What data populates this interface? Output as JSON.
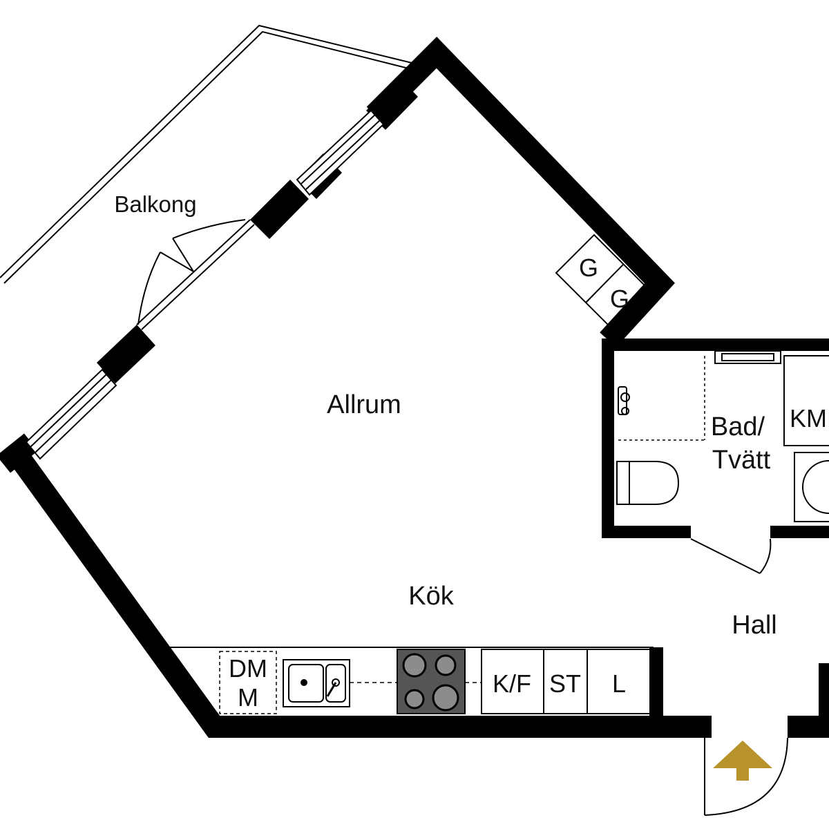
{
  "rooms": {
    "balkong": "Balkong",
    "allrum": "Allrum",
    "kok": "Kök",
    "hall": "Hall",
    "bad_line1": "Bad/",
    "bad_line2": "Tvätt"
  },
  "fixtures": {
    "garderob_1": "G",
    "garderob_2": "G",
    "diskmaskin_line1": "DM",
    "diskmaskin_line2": "M",
    "kyl_frys": "K/F",
    "stadskap": "ST",
    "linneskap": "L",
    "tvattmaskin": "KM"
  },
  "colors": {
    "wall": "#000000",
    "entrance_arrow": "#b8922a",
    "hob": "#555555",
    "burner": "#8c8c8c"
  },
  "icons": {
    "entrance": "entrance-arrow-icon",
    "sink": "sink-icon",
    "hob": "hob-icon",
    "toilet": "toilet-icon",
    "washer": "washing-machine-icon",
    "shower": "shower-icon"
  }
}
